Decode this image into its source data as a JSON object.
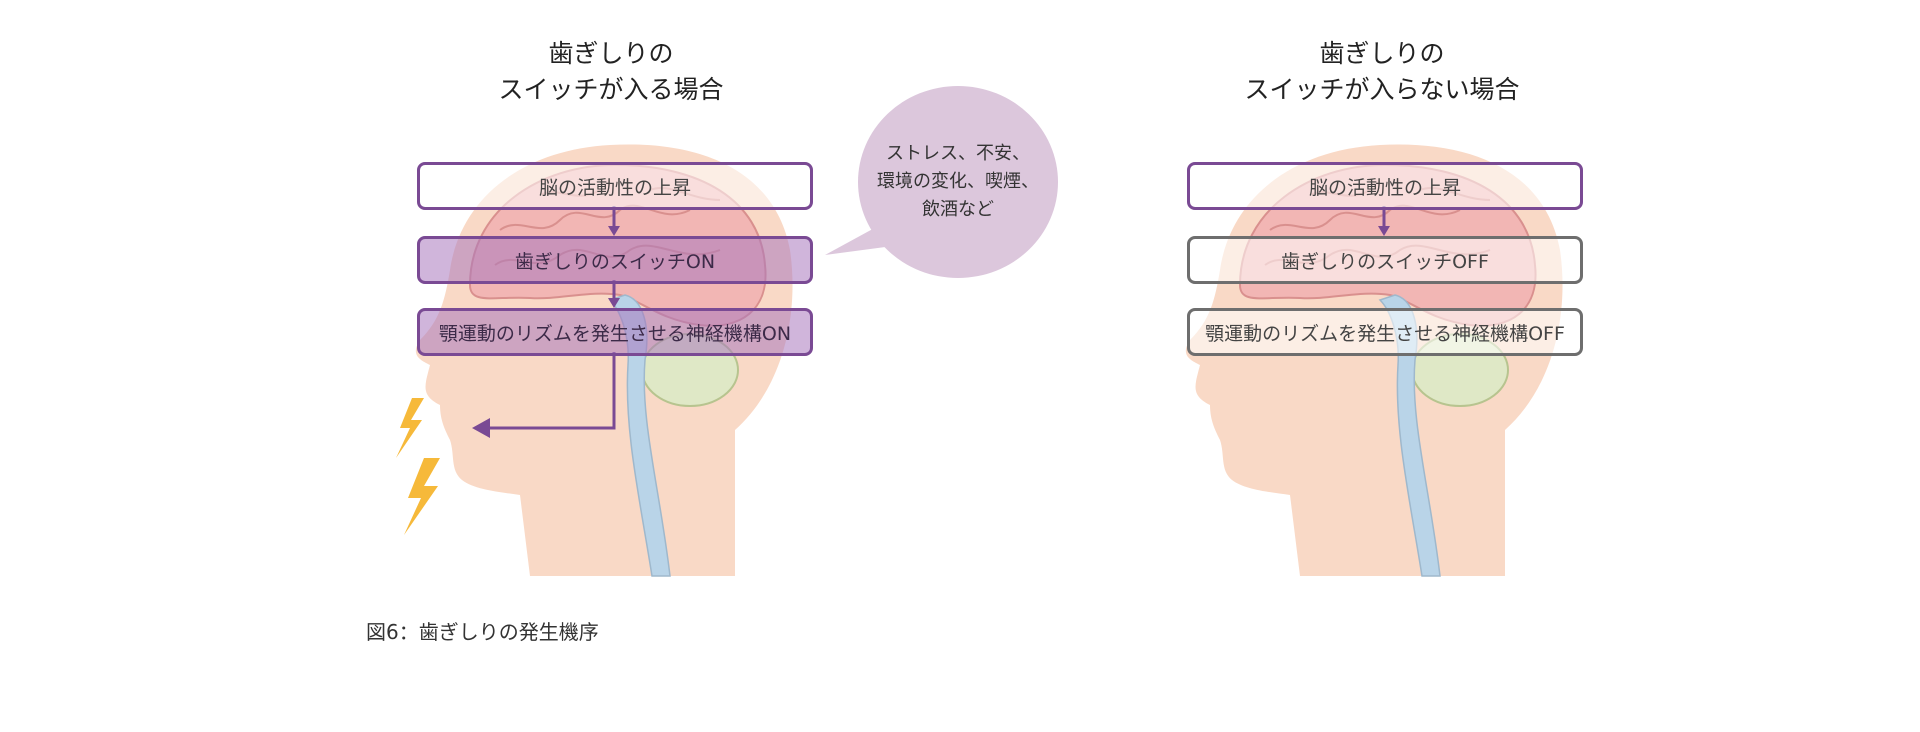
{
  "left_panel": {
    "title_line1": "歯ぎしりの",
    "title_line2": "スイッチが入る場合",
    "box1": "脳の活動性の上昇",
    "box2": "歯ぎしりのスイッチON",
    "box3": "顎運動のリズムを発生させる神経機構ON"
  },
  "bubble": {
    "line1": "ストレス、不安、",
    "line2": "環境の変化、喫煙、",
    "line3": "飲酒など"
  },
  "right_panel": {
    "title_line1": "歯ぎしりの",
    "title_line2": "スイッチが入らない場合",
    "box1": "脳の活動性の上昇",
    "box2": "歯ぎしりのスイッチOFF",
    "box3": "顎運動のリズムを発生させる神経機構OFF"
  },
  "caption": "図6：歯ぎしりの発生機序",
  "colors": {
    "accent_purple": "#7a4a94",
    "skin": "#f9d9c6",
    "brain": "#f2b6b4",
    "spine": "#b9d4e8",
    "cerebellum": "#dfe8c6",
    "bubble": "#dcc7dc",
    "lightning": "#f6b93a",
    "neutral_border": "#6e6e6e"
  },
  "icons": [
    "lightning-icon",
    "arrow-down-icon",
    "arrow-left-icon"
  ]
}
